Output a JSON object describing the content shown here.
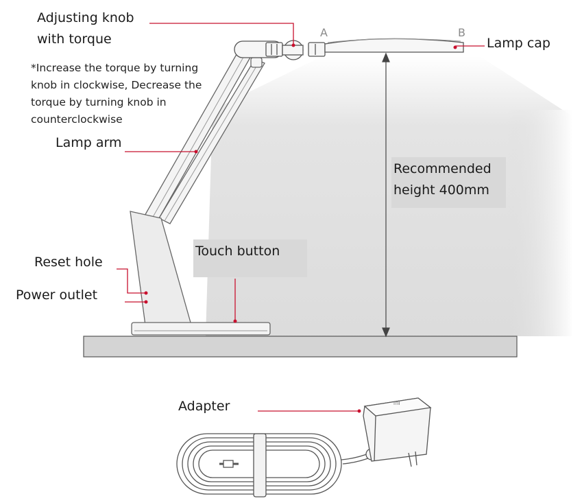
{
  "labels": {
    "adjusting_knob_line1": "Adjusting knob",
    "adjusting_knob_line2": "with torque",
    "torque_note": [
      "*Increase the torque by turning",
      "knob in clockwise, Decrease the",
      "torque by turning knob in",
      "counterclockwise"
    ],
    "lamp_arm": "Lamp arm",
    "reset_hole": "Reset hole",
    "power_outlet": "Power outlet",
    "touch_button": "Touch button",
    "recommended_line1": "Recommended",
    "recommended_line2": "height 400mm",
    "lamp_cap": "Lamp cap",
    "point_a": "A",
    "point_b": "B",
    "adapter": "Adapter"
  },
  "colors": {
    "leader": "#c8102e",
    "outline": "#555555",
    "table": "#d4d4d4",
    "light_cone": "#e6e6e6"
  }
}
